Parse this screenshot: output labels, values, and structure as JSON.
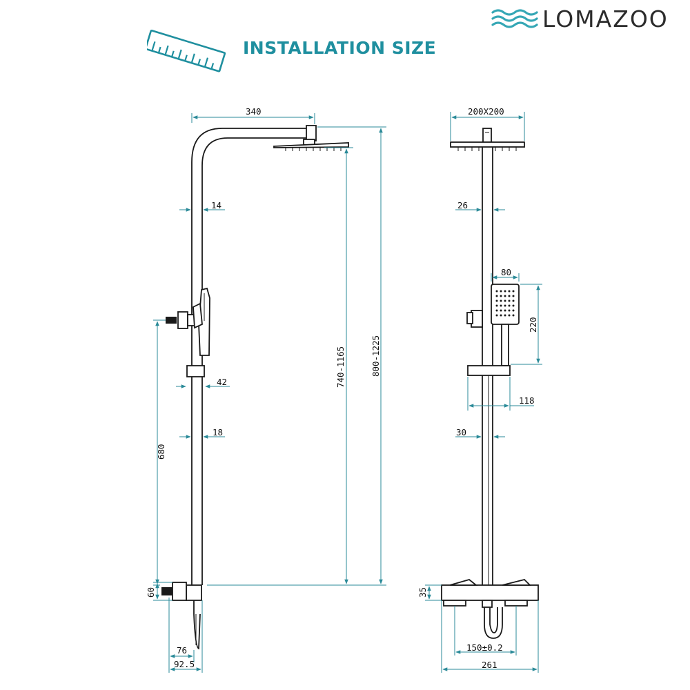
{
  "brand": {
    "name": "LOMAZOO",
    "wave_color": "#35a7b5"
  },
  "heading": {
    "text": "INSTALLATION SIZE",
    "color": "#1f8f9f",
    "icon": "ruler-icon"
  },
  "colors": {
    "dimension_line": "#2a8a98",
    "outline": "#1a1a1a"
  },
  "side_view": {
    "dimensions": {
      "arm_length": "340",
      "pipe_top": "14",
      "holder": "42",
      "pipe_lower": "18",
      "holder_height": "680",
      "height_range_head": "740-1165",
      "height_range_total": "800-1225",
      "valve_height": "60",
      "valve_depth": "76",
      "valve_depth_total": "92.5"
    }
  },
  "front_view": {
    "dimensions": {
      "head_size": "200X200",
      "pipe_top": "26",
      "handset_width": "80",
      "handset_height": "220",
      "slider_width": "118",
      "pipe_lower": "30",
      "valve_height": "35",
      "inlet_spacing": "150±0.2",
      "valve_width": "261"
    }
  }
}
